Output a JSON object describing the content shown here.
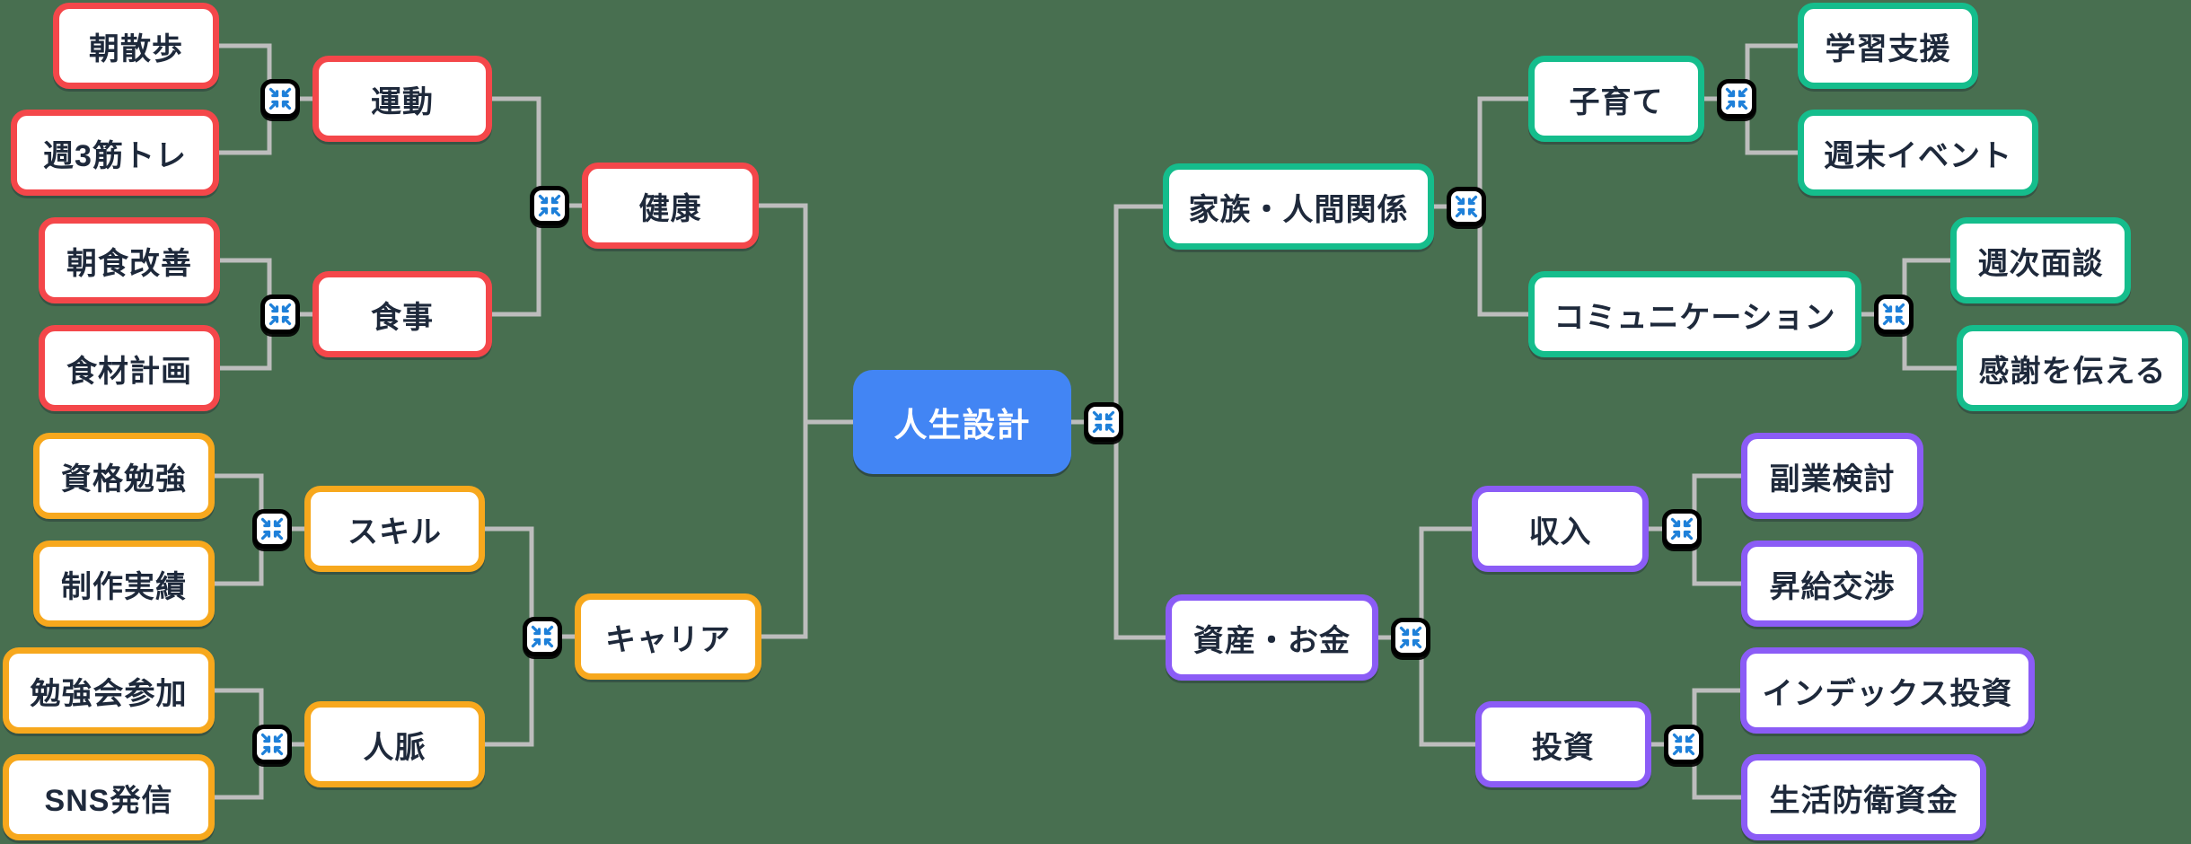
{
  "theme": {
    "background": "#486F50",
    "line": "#BDBDBD",
    "text": "#1E293B",
    "node_fill": "#FFFFFF",
    "icon_frame": "#000000"
  },
  "icon": {
    "name": "collapse-arrows-icon",
    "color": "#1E80D9"
  },
  "root": {
    "label": "人生設計",
    "color": "#4285F4",
    "text_color": "#FFFFFF"
  },
  "branches": [
    {
      "label": "健康",
      "color": "#F4474A",
      "side": "left",
      "children": [
        {
          "label": "運動",
          "children": [
            {
              "label": "朝散歩"
            },
            {
              "label": "週3筋トレ"
            }
          ]
        },
        {
          "label": "食事",
          "children": [
            {
              "label": "朝食改善"
            },
            {
              "label": "食材計画"
            }
          ]
        }
      ]
    },
    {
      "label": "キャリア",
      "color": "#F7A81D",
      "side": "left",
      "children": [
        {
          "label": "スキル",
          "children": [
            {
              "label": "資格勉強"
            },
            {
              "label": "制作実績"
            }
          ]
        },
        {
          "label": "人脈",
          "children": [
            {
              "label": "勉強会参加"
            },
            {
              "label": "SNS発信"
            }
          ]
        }
      ]
    },
    {
      "label": "家族・人間関係",
      "color": "#15BD8C",
      "side": "right",
      "children": [
        {
          "label": "子育て",
          "children": [
            {
              "label": "学習支援"
            },
            {
              "label": "週末イベント"
            }
          ]
        },
        {
          "label": "コミュニケーション",
          "children": [
            {
              "label": "週次面談"
            },
            {
              "label": "感謝を伝える"
            }
          ]
        }
      ]
    },
    {
      "label": "資産・お金",
      "color": "#8B5CF6",
      "side": "right",
      "children": [
        {
          "label": "収入",
          "children": [
            {
              "label": "副業検討"
            },
            {
              "label": "昇給交渉"
            }
          ]
        },
        {
          "label": "投資",
          "children": [
            {
              "label": "インデックス投資"
            },
            {
              "label": "生活防衛資金"
            }
          ]
        }
      ]
    }
  ]
}
